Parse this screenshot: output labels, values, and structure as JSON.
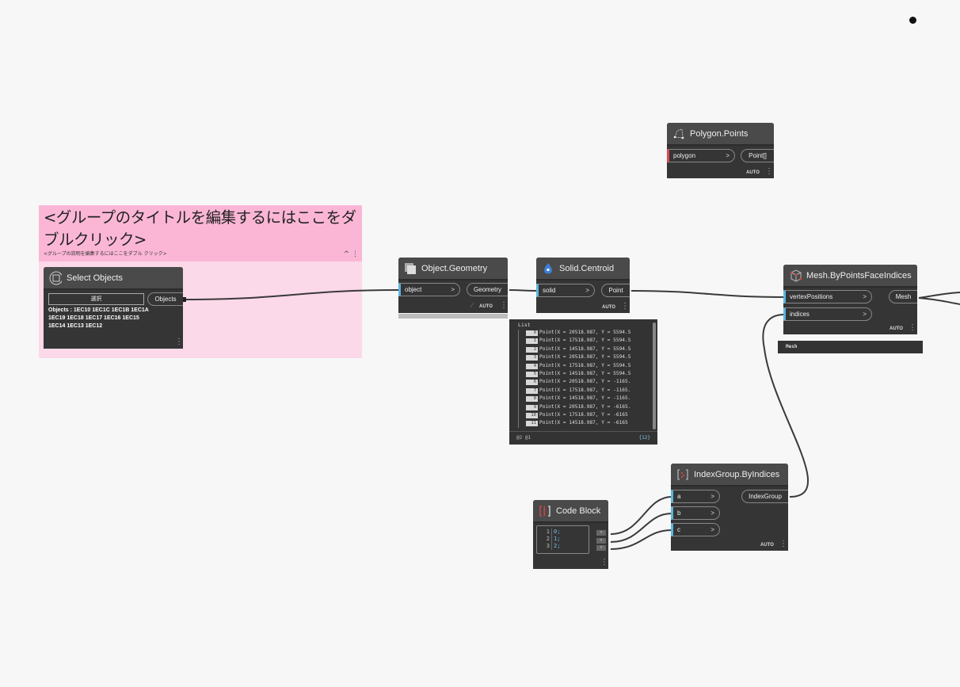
{
  "group": {
    "title": "<グループのタイトルを編集するにはここをダブルクリック>",
    "description": "<グループの説明を編集するにはここをダブル クリック>",
    "controls": "^ ⋮"
  },
  "nodes": {
    "select_objects": {
      "title": "Select Objects",
      "select_button": "選択",
      "output": "Objects",
      "value_text": "Objects : 1EC10 1EC1C 1EC1B 1EC1A 1EC19 1EC18 1EC17 1EC16 1EC15 1EC14 1EC13 1EC12"
    },
    "object_geometry": {
      "title": "Object.Geometry",
      "input": "object",
      "output": "Geometry",
      "lacing": "AUTO"
    },
    "solid_centroid": {
      "title": "Solid.Centroid",
      "input": "solid",
      "output": "Point",
      "lacing": "AUTO"
    },
    "polygon_points": {
      "title": "Polygon.Points",
      "input": "polygon",
      "output": "Point[]",
      "lacing": "AUTO"
    },
    "mesh_by_points": {
      "title": "Mesh.ByPointsFaceIndices",
      "inputs": [
        "vertexPositions",
        "indices"
      ],
      "output": "Mesh",
      "lacing": "AUTO",
      "preview": "Mesh"
    },
    "index_group": {
      "title": "IndexGroup.ByIndices",
      "inputs": [
        "a",
        "b",
        "c"
      ],
      "output": "IndexGroup",
      "lacing": "AUTO"
    },
    "code_block": {
      "title": "Code Block",
      "lines": [
        {
          "num": "1",
          "code": "0;"
        },
        {
          "num": "2",
          "code": "1;"
        },
        {
          "num": "3",
          "code": "2;"
        }
      ]
    }
  },
  "centroid_preview": {
    "header": "List",
    "items": [
      {
        "index": "0",
        "value": "Point(X = 20518.987, Y = 5594.5"
      },
      {
        "index": "1",
        "value": "Point(X = 17518.987, Y = 5594.5"
      },
      {
        "index": "2",
        "value": "Point(X = 14518.987, Y = 5594.5"
      },
      {
        "index": "3",
        "value": "Point(X = 20518.987, Y = 5594.5"
      },
      {
        "index": "4",
        "value": "Point(X = 17518.987, Y = 5594.5"
      },
      {
        "index": "5",
        "value": "Point(X = 14518.987, Y = 5594.5"
      },
      {
        "index": "6",
        "value": "Point(X = 20518.987, Y = -1165."
      },
      {
        "index": "7",
        "value": "Point(X = 17518.987, Y = -1165."
      },
      {
        "index": "8",
        "value": "Point(X = 14518.987, Y = -1165."
      },
      {
        "index": "9",
        "value": "Point(X = 20518.987, Y = -6165."
      },
      {
        "index": "10",
        "value": "Point(X = 17518.987, Y = -6165"
      },
      {
        "index": "11",
        "value": "Point(X = 14518.987, Y = -6165"
      }
    ],
    "levels": "@2 @1",
    "count": "{12}"
  },
  "colors": {
    "canvas": "#f7f7f7",
    "group_header": "#fbb6d6",
    "group_body": "#fbd9e8",
    "node_body": "#353535",
    "port_accent": "#5cb6e0",
    "required_port": "#e0474c"
  }
}
